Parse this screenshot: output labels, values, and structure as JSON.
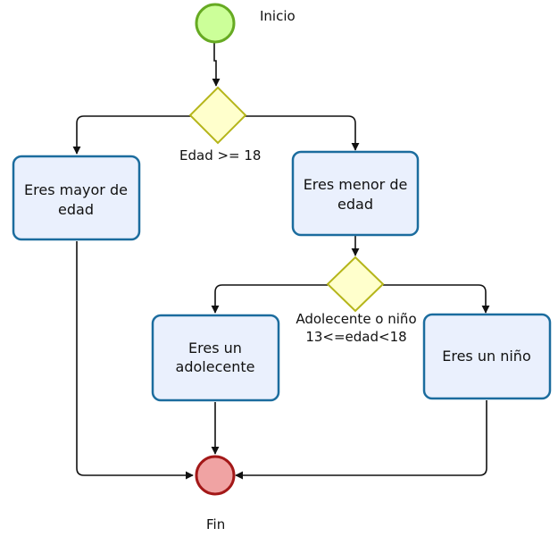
{
  "colors": {
    "start_fill": "#ccff99",
    "start_stroke": "#66aa22",
    "end_fill": "#f0a3a3",
    "end_stroke": "#a31818",
    "gateway_fill": "#ffffcc",
    "gateway_stroke": "#b5b51a",
    "task_fill": "#eaf0fd",
    "task_stroke": "#1b6c9e"
  },
  "events": {
    "start": {
      "label": "Inicio"
    },
    "end": {
      "label": "Fin"
    }
  },
  "gateways": {
    "age_check": {
      "label": "Edad >= 18"
    },
    "minor_check": {
      "label_line1": "Adolecente o niño",
      "label_line2": "13<=edad<18"
    }
  },
  "tasks": {
    "adult": {
      "line1": "Eres mayor de",
      "line2": "edad"
    },
    "minor": {
      "line1": "Eres menor de",
      "line2": "edad"
    },
    "teen": {
      "line1": "Eres un",
      "line2": "adolecente"
    },
    "child": {
      "line1": "Eres un niño"
    }
  }
}
